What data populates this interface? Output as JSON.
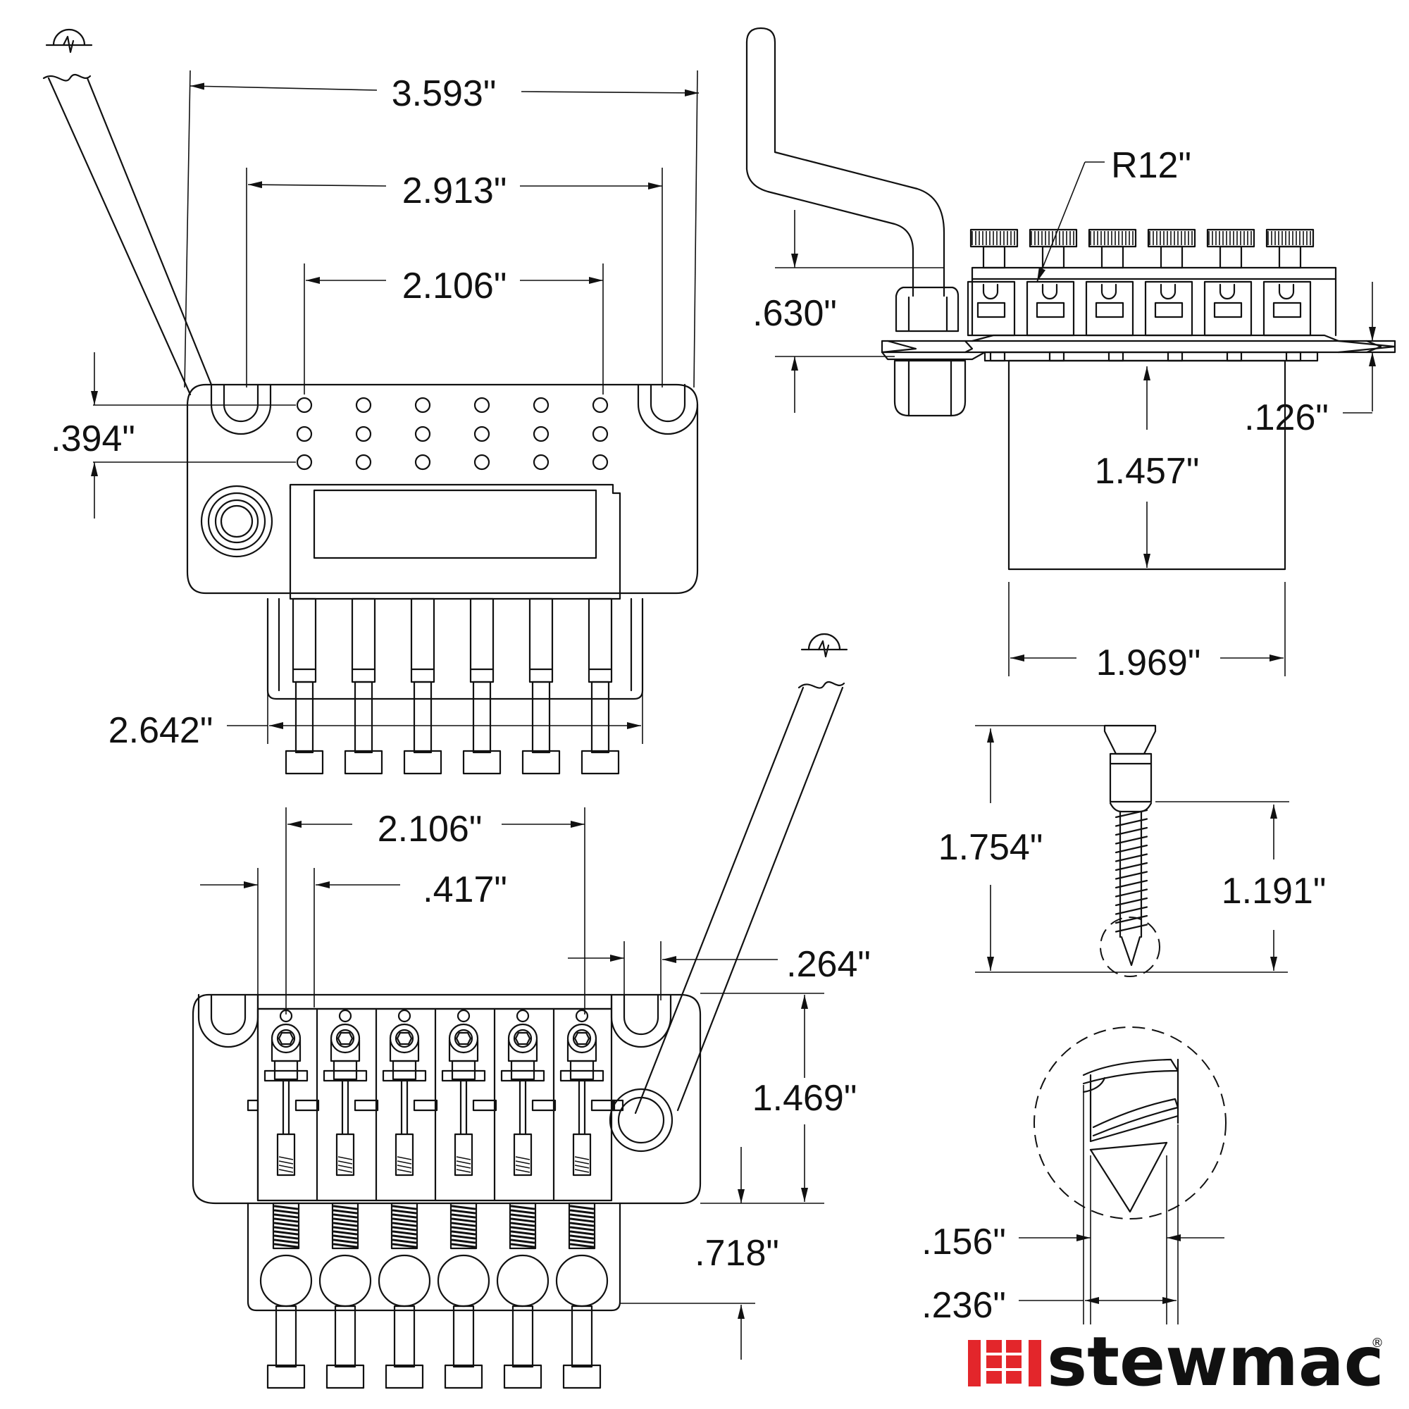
{
  "dimensions": {
    "d_3593": "3.593\"",
    "d_2913": "2.913\"",
    "d_2106_top": "2.106\"",
    "d_394": ".394\"",
    "d_2642": "2.642\"",
    "d_2106_bottom": "2.106\"",
    "d_417": ".417\"",
    "d_264": ".264\"",
    "d_1469": "1.469\"",
    "d_718": ".718\"",
    "d_R12": "R12\"",
    "d_630": ".630\"",
    "d_126": ".126\"",
    "d_1457": "1.457\"",
    "d_1969": "1.969\"",
    "d_1754": "1.754\"",
    "d_1191": "1.191\"",
    "d_156": ".156\"",
    "d_236": ".236\""
  },
  "brand": {
    "name": "stewmac",
    "registered": "®",
    "color": "#e3262b"
  }
}
